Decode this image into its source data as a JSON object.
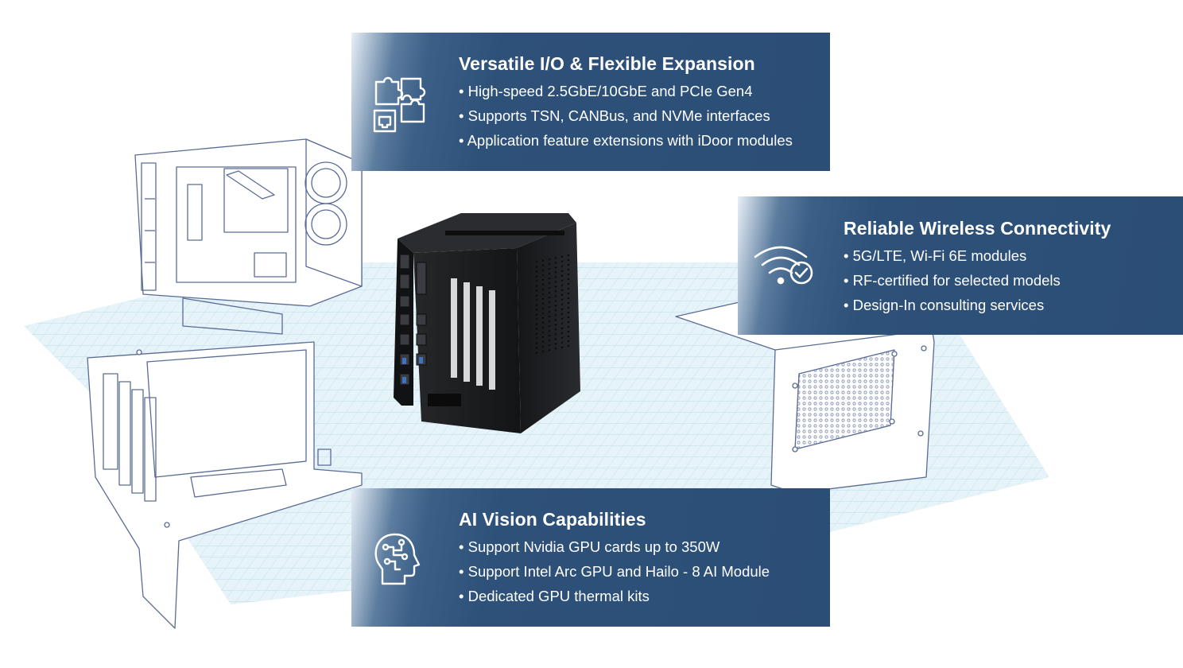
{
  "panels": {
    "io": {
      "title": "Versatile I/O & Flexible Expansion",
      "icon": "puzzle-ethernet-icon",
      "items": [
        "• High-speed 2.5GbE/10GbE and PCIe Gen4",
        "• Supports TSN, CANBus, and NVMe interfaces",
        "• Application feature extensions with iDoor modules"
      ]
    },
    "wireless": {
      "title": "Reliable Wireless Connectivity",
      "icon": "wifi-check-icon",
      "items": [
        "• 5G/LTE, Wi-Fi 6E modules",
        "• RF-certified for selected models",
        "• Design-In consulting services"
      ]
    },
    "ai": {
      "title": "AI Vision Capabilities",
      "icon": "ai-head-circuit-icon",
      "items": [
        "• Support Nvidia GPU cards up to 350W",
        "• Support Intel Arc GPU and Hailo - 8 AI Module",
        "• Dedicated GPU thermal kits"
      ]
    }
  },
  "colors": {
    "panel_blue": "#2b4e76",
    "grid_floor": "#e3f1f6",
    "line_art": "#5a6c95",
    "device": "#1e1f22"
  }
}
